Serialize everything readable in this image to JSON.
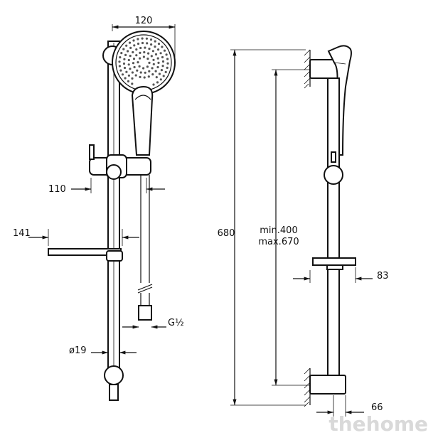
{
  "dimensions": {
    "head_width": "120",
    "bracket_depth": "110",
    "soap_dish": "141",
    "pipe_diameter": "ø19",
    "connection": "G½",
    "overall_height": "680",
    "adjust_min": "min.400",
    "adjust_max": "max.670",
    "dish_offset": "83",
    "wall_offset": "66"
  },
  "watermark": "thehome"
}
